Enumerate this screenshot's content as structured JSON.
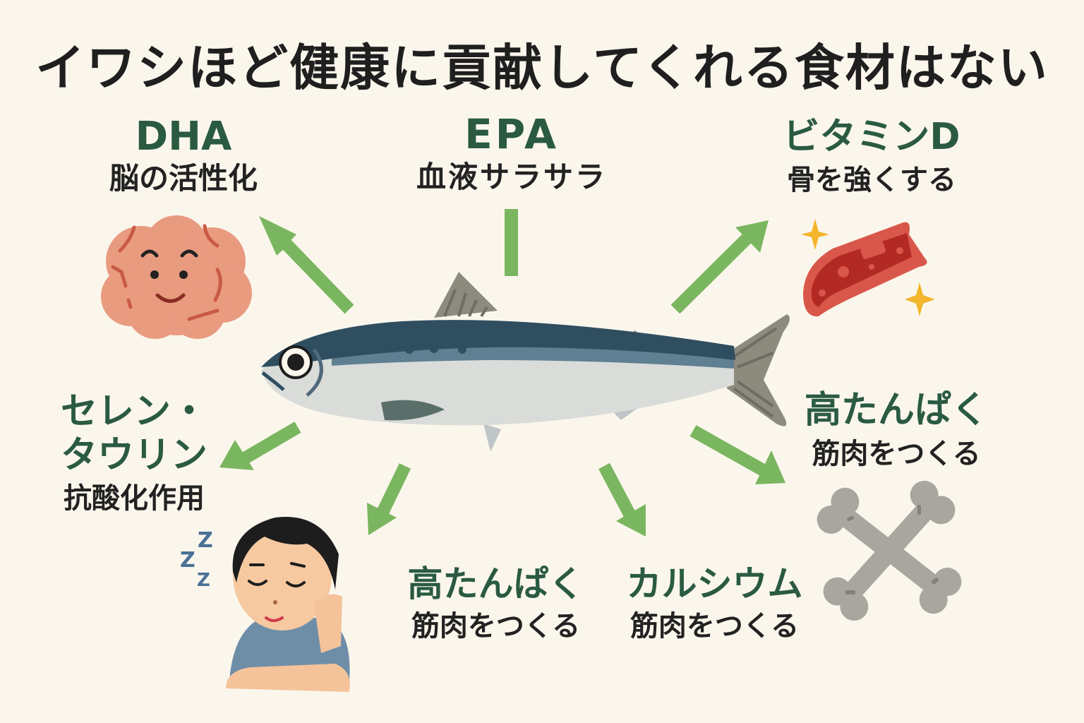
{
  "title": "イワシほど健康に貢献してくれる食材はない",
  "colors": {
    "background": "#fbf6ec",
    "heading_green": "#2a5a42",
    "arrow_green": "#7ab65f",
    "text_dark": "#222222"
  },
  "center": {
    "icon": "sardine-fish-icon"
  },
  "nutrients": [
    {
      "id": "dha",
      "name": "DHA",
      "benefit": "脳の活性化",
      "icon": "smiling-brain-icon"
    },
    {
      "id": "epa",
      "name": "EPA",
      "benefit": "血液サラサラ",
      "icon": ""
    },
    {
      "id": "vitamin-d",
      "name": "ビタミンD",
      "benefit": "骨を強くする",
      "icon": "blood-vessel-icon"
    },
    {
      "id": "selenium-taurine",
      "name_line1": "セレン・",
      "name_line2": "タウリン",
      "benefit": "抗酸化作用",
      "icon": "sleeping-boy-icon"
    },
    {
      "id": "protein-right",
      "name": "高たんぱく",
      "benefit": "筋肉をつくる",
      "icon": "crossed-bones-icon"
    },
    {
      "id": "protein-bottom",
      "name": "高たんぱく",
      "benefit": "筋肉をつくる"
    },
    {
      "id": "calcium",
      "name": "カルシウム",
      "benefit": "筋肉をつくる"
    }
  ],
  "sleep_text": "ZZZ"
}
